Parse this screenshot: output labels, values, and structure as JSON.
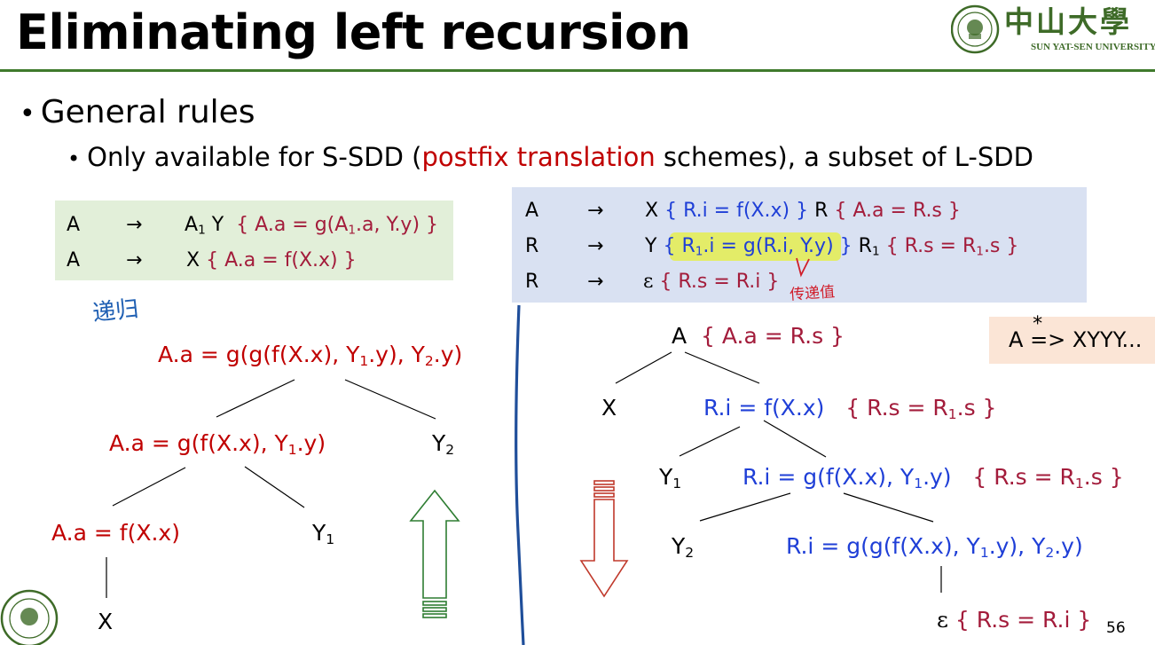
{
  "slide": {
    "title": "Eliminating left recursion",
    "page_number": "56",
    "logo": {
      "zh": "中山大學",
      "en": "SUN YAT-SEN UNIVERSITY"
    },
    "bullet1": "General rules",
    "bullet2": {
      "before": "Only available for S-SDD (",
      "highlight": "postfix translation",
      "after": " schemes), a subset of L-SDD"
    }
  },
  "grammar_left": {
    "rows": [
      {
        "lhs": "A",
        "arrow": "→",
        "rhs": "A",
        "rhs_sub": "1",
        "rhs2": " Y",
        "action_pre": "{ A.a = g(A",
        "action_sub": "1",
        "action_post": ".a, Y.y) }"
      },
      {
        "lhs": "A",
        "arrow": "→",
        "rhs": "X",
        "action": "{ A.a = f(X.x) }"
      }
    ]
  },
  "grammar_right": {
    "rows": [
      {
        "lhs": "A",
        "arrow": "→",
        "s1": "X",
        "a1": "{ R.i = f(X.x) }",
        "s2": "R",
        "a2": "{ A.a = R.s }"
      },
      {
        "lhs": "R",
        "arrow": "→",
        "s1": "Y",
        "a1_pre": "{ R",
        "a1_sub": "1",
        "a1_post": ".i = g(R.i, Y.y) }",
        "s2": "R",
        "s2_sub": "1",
        "a2_pre": "{ R.s = R",
        "a2_sub": "1",
        "a2_post": ".s }"
      },
      {
        "lhs": "R",
        "arrow": "→",
        "s1": "ε",
        "a1": "{ R.s = R.i }"
      }
    ]
  },
  "handwriting": {
    "recursion": "递归",
    "pass_value": "传递值"
  },
  "left_tree": {
    "root": {
      "pre": "A.a = g(g(f(X.x), Y",
      "sub1": "1",
      "mid": ".y), Y",
      "sub2": "2",
      "post": ".y)"
    },
    "mid": {
      "pre": "A.a = g(f(X.x), Y",
      "sub1": "1",
      "post": ".y)"
    },
    "low": "A.a = f(X.x)",
    "y2": "Y",
    "y2_sub": "2",
    "y1": "Y",
    "y1_sub": "1",
    "x": "X"
  },
  "right_tree": {
    "root_sym": "A",
    "root_action": "{ A.a = R.s }",
    "x": "X",
    "r1": "R.i = f(X.x)",
    "r1_action_pre": "{ R.s = R",
    "r1_action_sub": "1",
    "r1_action_post": ".s }",
    "y1": "Y",
    "y1_sub": "1",
    "r2_pre": "R.i = g(f(X.x), Y",
    "r2_sub": "1",
    "r2_post": ".y)",
    "r2_action_pre": "{ R.s = R",
    "r2_action_sub": "1",
    "r2_action_post": ".s }",
    "y2": "Y",
    "y2_sub": "2",
    "r3_pre": "R.i = g(g(f(X.x), Y",
    "r3_sub1": "1",
    "r3_mid": ".y), Y",
    "r3_sub2": "2",
    "r3_post": ".y)",
    "eps": "ε",
    "eps_action": "{ R.s = R.i }"
  },
  "derivation": {
    "lhs": "A",
    "star": "*",
    "arrow": "=>",
    "rhs": "XYYY..."
  },
  "colors": {
    "title_rule": "#3f7a2c",
    "red": "#c00000",
    "blue": "#1f3fd7",
    "dark_red": "#a31c3b",
    "green_arrow": "#2e7d32",
    "red_arrow": "#c0392b",
    "divider": "#1f4e9a"
  }
}
